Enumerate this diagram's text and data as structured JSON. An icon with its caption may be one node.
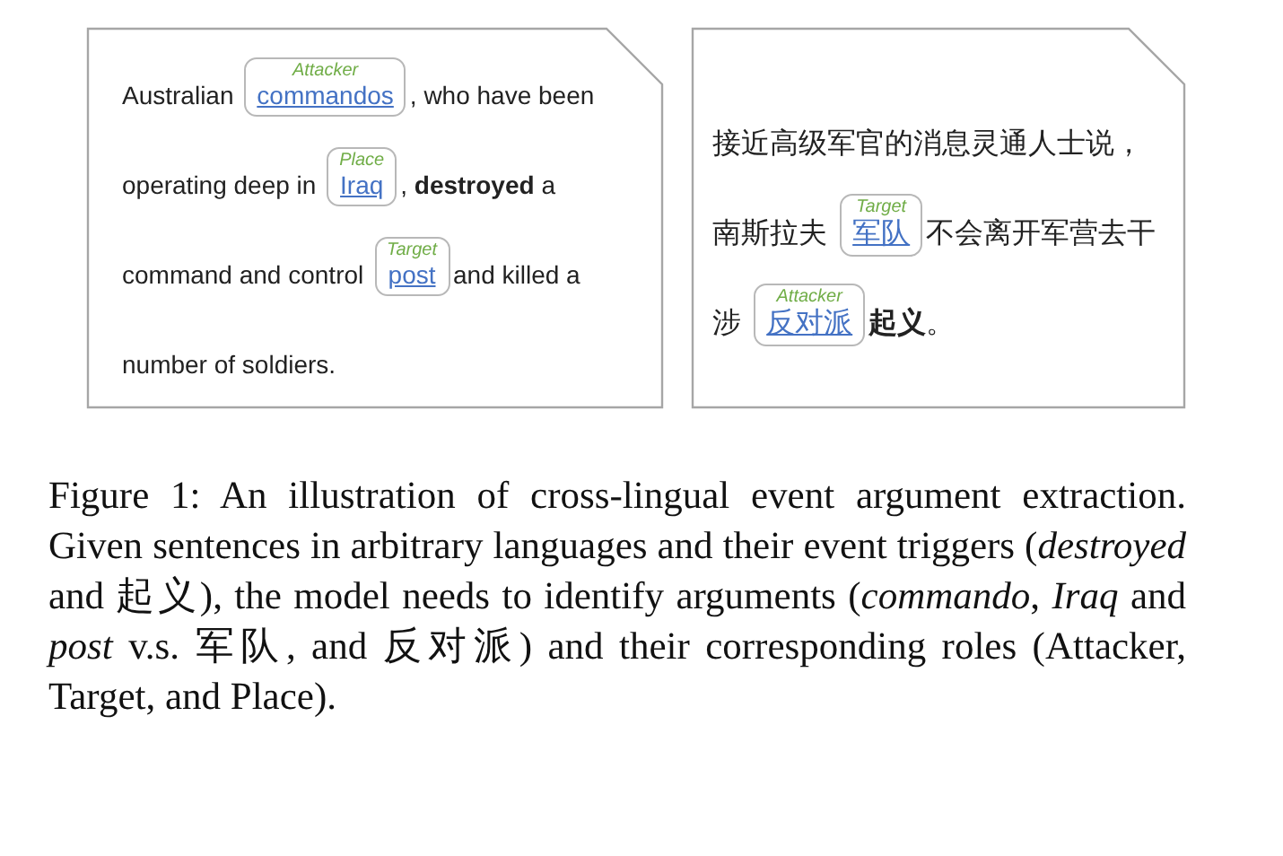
{
  "diagram": {
    "caption": "Figure 1: An illustration of cross-lingual event argument extraction. Given sentences in arbitrary languages and their event triggers (*destroyed* and 起义), the model needs to identify arguments (*commando*, *Iraq* and *post* v.s. 军队, and 反对派) and their corresponding roles (Attacker, Target, and Place).",
    "nodes": [
      {
        "text": [
          "Australian",
          ", who have been operating deep in",
          ", **destroyed** a command and control",
          "and killed a number of soldiers."
        ]
      },
      {
        "text": [
          "Attacker",
          "commandos"
        ],
        "in": 0
      },
      {
        "text": [
          "Place",
          "Iraq"
        ],
        "in": 0
      },
      {
        "text": [
          "Target",
          "post"
        ],
        "in": 0
      },
      {
        "text": [
          "接近高级军官的消息灵通人士说，南斯拉夫",
          "不会离开军营去干涉",
          "**起义**。"
        ]
      },
      {
        "text": [
          "Target",
          "军队"
        ],
        "in": 4
      },
      {
        "text": [
          "Attacker",
          "反对派"
        ],
        "in": 4
      }
    ]
  }
}
